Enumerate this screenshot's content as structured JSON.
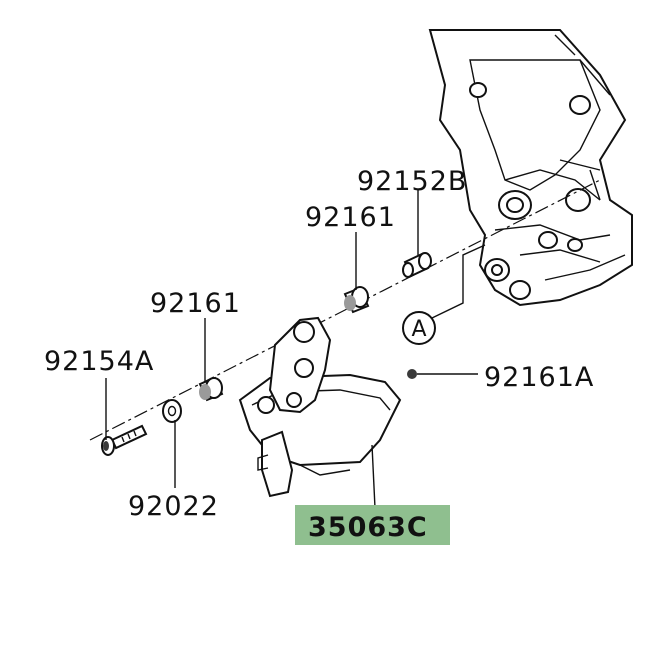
{
  "diagram": {
    "callout": {
      "letter": "A"
    },
    "parts": [
      {
        "id": "p92152B",
        "number": "92152B"
      },
      {
        "id": "p92161a",
        "number": "92161"
      },
      {
        "id": "p92161b",
        "number": "92161"
      },
      {
        "id": "p92154A",
        "number": "92154A"
      },
      {
        "id": "p92161A",
        "number": "92161A"
      },
      {
        "id": "p92022",
        "number": "92022"
      },
      {
        "id": "p35063C",
        "number": "35063C",
        "highlighted": true
      }
    ],
    "colors": {
      "line": "#111111",
      "highlight_fill": "#8fbf8f",
      "background": "#ffffff"
    }
  }
}
